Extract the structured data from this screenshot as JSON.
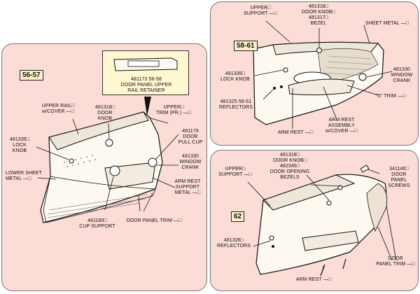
{
  "colors": {
    "panel_fill": "#fcdcd6",
    "panel_border": "#7a7a7a",
    "callout_fill": "#fff7cf",
    "year_tag_fill": "#fff2c8",
    "part_fill": "#fdf8f0",
    "line": "#111111"
  },
  "panel_left": {
    "year": "56-57",
    "callout": {
      "part": "481173  56-58",
      "line1": "DOOR PANEL UPPER",
      "line2": "RAIL RETAINER"
    },
    "labels": {
      "upper_rail": [
        "UPPER RAIL□",
        "w/COVER —□"
      ],
      "door_knob": [
        "481318□",
        "DOOR",
        "KNOB"
      ],
      "upper_trim": [
        "UPPER□",
        "TRIM (PR.) —□"
      ],
      "lock_knob": [
        "481335□",
        "LOCK",
        "KNOB"
      ],
      "door_pull_cup": [
        "481179",
        "DOOR",
        "PULL CUP"
      ],
      "window_crank": [
        "481330",
        "WINDOW",
        "CRANK"
      ],
      "lower_sheet": [
        "LOWER SHEET",
        "METAL —□"
      ],
      "arm_rest_support": [
        "ARM REST",
        "SUPPORT",
        "METAL —□"
      ],
      "cup_support": [
        "481180□",
        "CUP SUPPORT"
      ],
      "door_panel_trim": [
        "DOOR PANEL TRIM —□"
      ]
    }
  },
  "panel_top_right": {
    "year": "58-61",
    "labels": {
      "upper_support": [
        "UPPER□",
        "SUPPORT —□"
      ],
      "door_knob": [
        "481318□",
        "DOOR KNOB□",
        "481317□",
        "BEZEL"
      ],
      "sheet_metal": [
        "SHEET METAL —□"
      ],
      "lock_knob": [
        "481335□",
        "LOCK KNOB"
      ],
      "window_crank": [
        "481330",
        "WINDOW",
        "CRANK"
      ],
      "s_trim": [
        "\"S\" TRIM —□"
      ],
      "reflectors": [
        "481325  58-61",
        "REFLECTORS"
      ],
      "arm_rest": [
        "ARM REST —□"
      ],
      "arm_rest_assembly": [
        "ARM REST",
        "ASSEMBLY",
        "w/COVER —□"
      ]
    }
  },
  "panel_bottom_right": {
    "year": "62",
    "labels": {
      "door_knob": [
        "481318□",
        "DOOR KNOB□",
        "482345□",
        "DOOR OPENING",
        "BEZELS"
      ],
      "upper_support": [
        "UPPER□",
        "SUPPORT —□"
      ],
      "panel_screws": [
        "341140□",
        "DOOR",
        "PANEL",
        "SCREWS"
      ],
      "reflectors": [
        "481326□",
        "REFLECTORS"
      ],
      "door_panel_trim": [
        "DOOR",
        "PANEL TRIM —□"
      ],
      "arm_rest": [
        "ARM REST —□"
      ]
    }
  }
}
